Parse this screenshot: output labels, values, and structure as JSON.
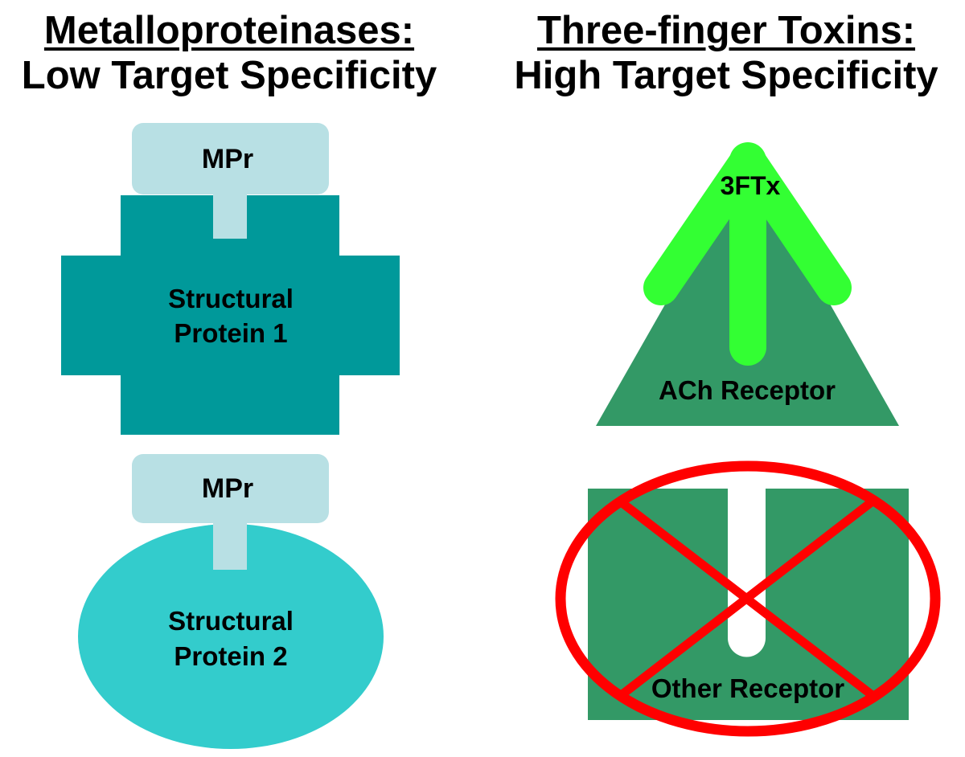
{
  "left_heading": {
    "title": "Metalloproteinases:",
    "subtitle": "Low Target Specificity"
  },
  "right_heading": {
    "title": "Three-finger Toxins:",
    "subtitle": "High Target Specificity"
  },
  "left_panel": {
    "top_group": {
      "enzyme_label": "MPr",
      "target_label_line1": "Structural",
      "target_label_line2": "Protein 1"
    },
    "bottom_group": {
      "enzyme_label": "MPr",
      "target_label_line1": "Structural",
      "target_label_line2": "Protein 2"
    }
  },
  "right_panel": {
    "top_group": {
      "toxin_label": "3FTx",
      "receptor_label": "ACh Receptor"
    },
    "bottom_group": {
      "receptor_label": "Other Receptor"
    }
  },
  "colors": {
    "mpr_fill": "#B8E0E4",
    "structural_protein_1": "#00999A",
    "structural_protein_2": "#33CCCC",
    "ach_receptor": "#339966",
    "other_receptor": "#339966",
    "toxin_fill": "#33FF33",
    "cross_out": "#FF0000"
  }
}
